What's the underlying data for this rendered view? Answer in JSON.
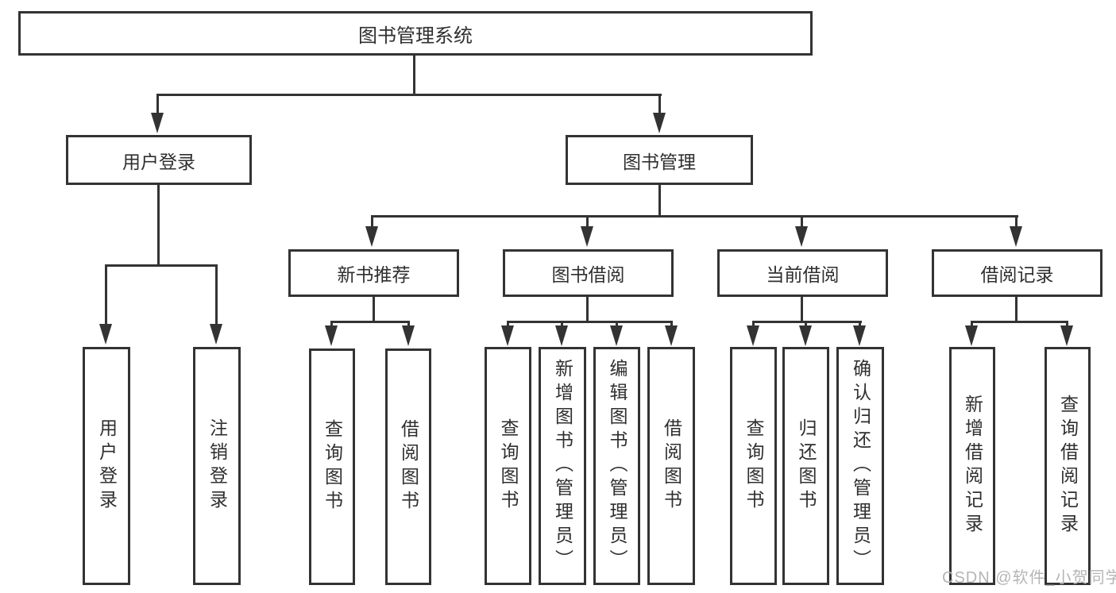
{
  "diagram": {
    "title": "图书管理系统",
    "watermark": "CSDN @软件_小贺同学",
    "colors": {
      "line": "#333333",
      "text": "#2f2f2f",
      "background": "#ffffff",
      "watermark": "#b5b5b5"
    },
    "nodes": {
      "root": "图书管理系统",
      "level2": [
        "用户登录",
        "图书管理"
      ],
      "level3": [
        "新书推荐",
        "图书借阅",
        "当前借阅",
        "借阅记录"
      ],
      "leaves": {
        "user_login": [
          "用户登录",
          "注销登录"
        ],
        "new_book": [
          "查询图书",
          "借阅图书"
        ],
        "book_borrow": [
          "查询图书",
          "新增图书（管理员）",
          "编辑图书（管理员）",
          "借阅图书"
        ],
        "current_borrow": [
          "查询图书",
          "归还图书",
          "确认归还（管理员）"
        ],
        "borrow_records": [
          "新增借阅记录",
          "查询借阅记录"
        ]
      }
    }
  }
}
